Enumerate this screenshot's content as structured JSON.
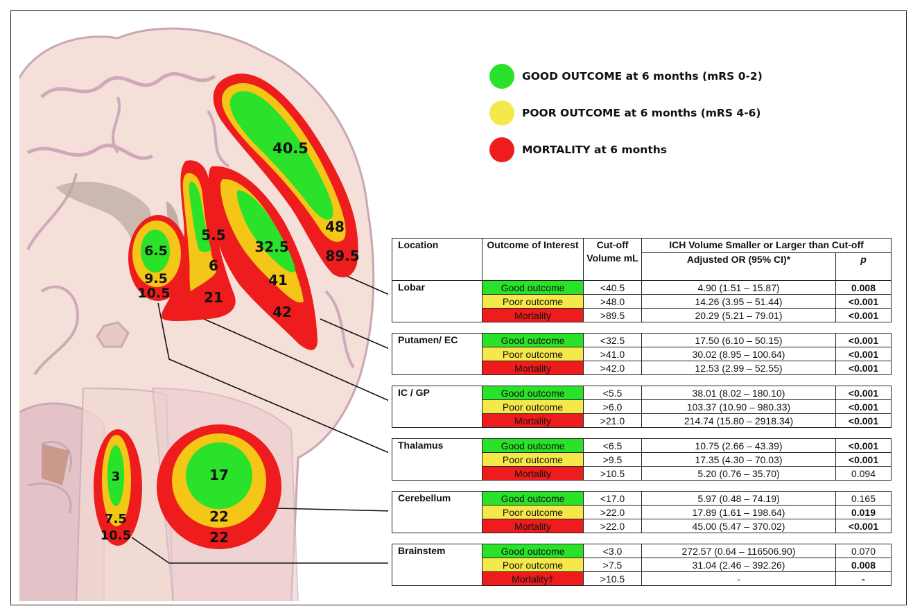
{
  "colors": {
    "good": "#29e229",
    "poor": "#f5e84a",
    "poor_zone": "#f3c618",
    "mortality": "#ee1c1c",
    "brain_fill": "#f3dcd6",
    "brain_line": "#c9a9b6"
  },
  "legend": [
    {
      "key": "good",
      "color": "#29e229",
      "label": "GOOD OUTCOME at 6 months (mRS 0-2)"
    },
    {
      "key": "poor",
      "color": "#f5e84a",
      "label": "POOR OUTCOME at 6 months (mRS 4-6)"
    },
    {
      "key": "mortality",
      "color": "#ee1c1c",
      "label": "MORTALITY at 6 months"
    }
  ],
  "brain_labels": {
    "lobar": {
      "good": "40.5",
      "poor": "48",
      "mortality": "89.5"
    },
    "putamen": {
      "good": "32.5",
      "poor": "41",
      "mortality": "42"
    },
    "icgp": {
      "good": "5.5",
      "poor": "6",
      "mortality": "21"
    },
    "thalamus": {
      "good": "6.5",
      "poor": "9.5",
      "mortality": "10.5"
    },
    "cerebellum": {
      "good": "17",
      "poor": "22",
      "mortality": "22"
    },
    "brainstem": {
      "good": "3",
      "poor": "7.5",
      "mortality": "10.5"
    }
  },
  "table": {
    "headers": {
      "location": "Location",
      "outcome": "Outcome of Interest",
      "cutoff": "Cut-off Volume mL",
      "ich": "ICH Volume Smaller or Larger than Cut-off",
      "or": "Adjusted OR (95% CI)*",
      "p": "p"
    },
    "groups": [
      {
        "location": "Lobar",
        "rows": [
          {
            "outcome": "Good outcome",
            "level": "good",
            "cutoff": "<40.5",
            "or": "4.90 (1.51 – 15.87)",
            "p": "0.008",
            "bold": true
          },
          {
            "outcome": "Poor outcome",
            "level": "poor",
            "cutoff": ">48.0",
            "or": "14.26 (3.95 – 51.44)",
            "p": "<0.001",
            "bold": true
          },
          {
            "outcome": "Mortality",
            "level": "mortality",
            "cutoff": ">89.5",
            "or": "20.29 (5.21 – 79.01)",
            "p": "<0.001",
            "bold": true
          }
        ]
      },
      {
        "location": "Putamen/ EC",
        "rows": [
          {
            "outcome": "Good outcome",
            "level": "good",
            "cutoff": "<32.5",
            "or": "17.50 (6.10 – 50.15)",
            "p": "<0.001",
            "bold": true
          },
          {
            "outcome": "Poor outcome",
            "level": "poor",
            "cutoff": ">41.0",
            "or": "30.02 (8.95 – 100.64)",
            "p": "<0.001",
            "bold": true
          },
          {
            "outcome": "Mortality",
            "level": "mortality",
            "cutoff": ">42.0",
            "or": "12.53 (2.99 – 52.55)",
            "p": "<0.001",
            "bold": true
          }
        ]
      },
      {
        "location": "IC / GP",
        "rows": [
          {
            "outcome": "Good outcome",
            "level": "good",
            "cutoff": "<5.5",
            "or": "38.01 (8.02 – 180.10)",
            "p": "<0.001",
            "bold": true
          },
          {
            "outcome": "Poor outcome",
            "level": "poor",
            "cutoff": ">6.0",
            "or": "103.37 (10.90 – 980.33)",
            "p": "<0.001",
            "bold": true
          },
          {
            "outcome": "Mortality",
            "level": "mortality",
            "cutoff": ">21.0",
            "or": "214.74 (15.80 – 2918.34)",
            "p": "<0.001",
            "bold": true
          }
        ]
      },
      {
        "location": "Thalamus",
        "rows": [
          {
            "outcome": "Good outcome",
            "level": "good",
            "cutoff": "<6.5",
            "or": "10.75 (2.66 – 43.39)",
            "p": "<0.001",
            "bold": true
          },
          {
            "outcome": "Poor outcome",
            "level": "poor",
            "cutoff": ">9.5",
            "or": "17.35 (4.30 – 70.03)",
            "p": "<0.001",
            "bold": true
          },
          {
            "outcome": "Mortality",
            "level": "mortality",
            "cutoff": ">10.5",
            "or": "5.20 (0.76 – 35.70)",
            "p": "0.094",
            "bold": false
          }
        ]
      },
      {
        "location": "Cerebellum",
        "rows": [
          {
            "outcome": "Good outcome",
            "level": "good",
            "cutoff": "<17.0",
            "or": "5.97 (0.48 – 74.19)",
            "p": "0.165",
            "bold": false
          },
          {
            "outcome": "Poor outcome",
            "level": "poor",
            "cutoff": ">22.0",
            "or": "17.89 (1.61 – 198.64)",
            "p": "0.019",
            "bold": true
          },
          {
            "outcome": "Mortality",
            "level": "mortality",
            "cutoff": ">22.0",
            "or": "45.00 (5.47 – 370.02)",
            "p": "<0.001",
            "bold": true
          }
        ]
      },
      {
        "location": "Brainstem",
        "rows": [
          {
            "outcome": "Good outcome",
            "level": "good",
            "cutoff": "<3.0",
            "or": "272.57 (0.64 – 116506.90)",
            "p": "0.070",
            "bold": false
          },
          {
            "outcome": "Poor outcome",
            "level": "poor",
            "cutoff": ">7.5",
            "or": "31.04 (2.46 – 392.26)",
            "p": "0.008",
            "bold": true
          },
          {
            "outcome": "Mortality†",
            "level": "mortality",
            "cutoff": ">10.5",
            "or": "-",
            "p": "-",
            "bold": true
          }
        ]
      }
    ]
  }
}
